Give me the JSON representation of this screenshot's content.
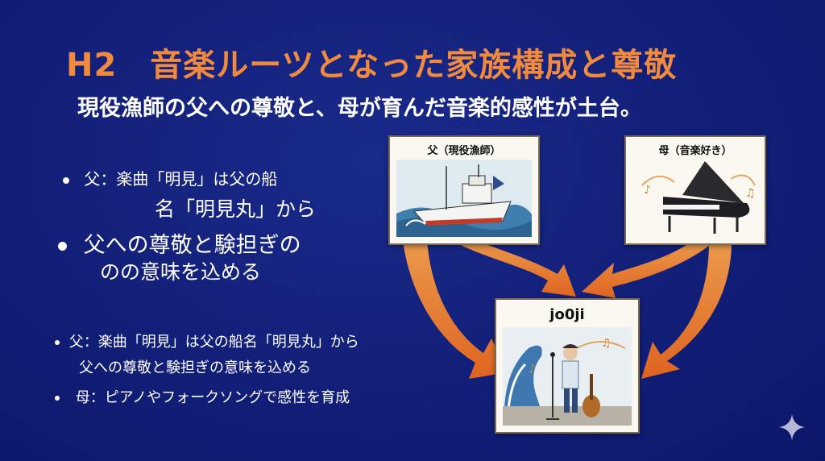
{
  "header": {
    "title": "H2　音楽ルーツとなった家族構成と尊敬",
    "subtitle": "現役漁師の父への尊敬と、母が育んだ音楽的感性が土台。"
  },
  "large_bullets": {
    "b1_line1": "父：楽曲「明見」は父の船",
    "b1_line2": "名「明見丸」から",
    "b2_line1": "父への尊敬と験担ぎの",
    "b2_line2": "のの意味を込める"
  },
  "small_bullets": {
    "s1_line1": "父：楽曲「明見」は父の船名「明見丸」から",
    "s1_line2": "父への尊敬と験担ぎの意味を込める",
    "s2": "母：ピアノやフォークソングで感性を育成"
  },
  "diagram": {
    "father_label": "父（現役漁師）",
    "mother_label": "母（音楽好き）",
    "artist_label": "jo0ji",
    "arrow_color": "#f07c2a"
  }
}
